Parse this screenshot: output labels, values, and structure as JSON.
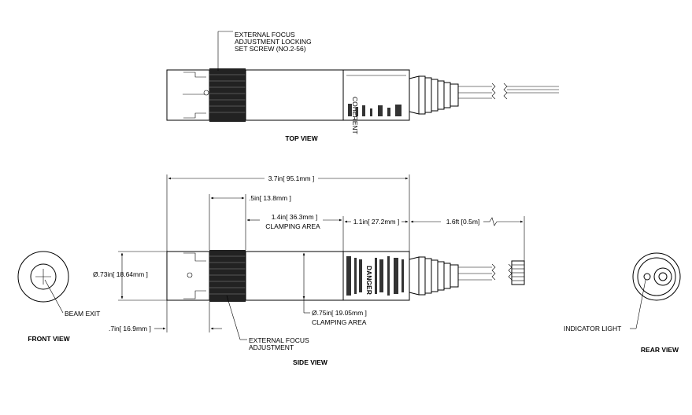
{
  "views": {
    "top": "TOP VIEW",
    "side": "SIDE VIEW",
    "front": "FRONT VIEW",
    "rear": "REAR VIEW"
  },
  "callouts": {
    "set_screw": [
      "EXTERNAL FOCUS",
      "ADJUSTMENT LOCKING",
      "SET SCREW (NO.2-56)"
    ],
    "focus_adj": [
      "EXTERNAL FOCUS",
      "ADJUSTMENT"
    ],
    "beam_exit": "BEAM EXIT",
    "indicator": "INDICATOR LIGHT"
  },
  "dimensions": {
    "overall_length": "3.7in[ 95.1mm ]",
    "focus_ring_length": ".5in[ 13.8mm ]",
    "clamping_length": [
      "1.4in[ 36.3mm ]",
      "CLAMPING AREA"
    ],
    "rear_section": "1.1in[ 27.2mm ]",
    "cable_length": "1.6ft [0.5m]",
    "outer_diameter": "Ø.73in[ 18.64mm ]",
    "front_length": ".7in[ 16.9mm ]",
    "clamping_diameter": [
      "Ø.75in[ 19.05mm ]",
      "CLAMPING AREA"
    ]
  },
  "labels": {
    "danger": "DANGER",
    "coherent": "COHERENT"
  }
}
